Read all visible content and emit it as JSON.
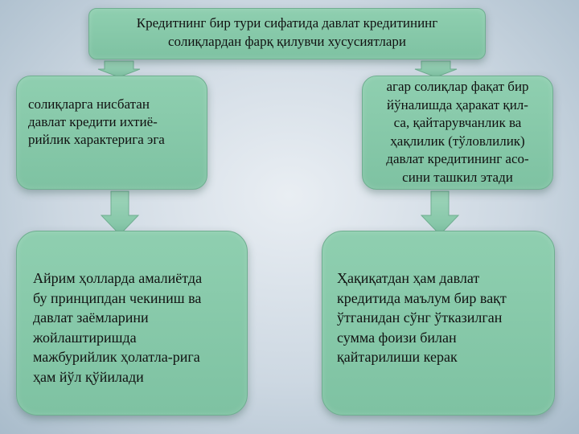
{
  "top": {
    "text": "Кредитнинг бир тури сифатида давлат кредитининг\nсолиқлардан фарқ қилувчи   хусусиятлари"
  },
  "left1": {
    "text": "солиқларга нисбатан\nдавлат кредити ихтиё-\nрийлик характерига эга"
  },
  "right1": {
    "text": "агар солиқлар фақат бир\nйўналишда ҳаракат қил-\nса, қайтарувчанлик ва\nҳақлилик (тўловлилик)\nдавлат кредитининг асо-\nсини ташкил этади"
  },
  "left2": {
    "text": "Айрим ҳолларда амалиётда\nбу принципдан чекиниш ва\nдавлат заёмларини\nжойлаштиришда\nмажбурийлик ҳолатла-рига\nҳам йўл қўйилади"
  },
  "right2": {
    "text": "Ҳақиқатдан ҳам давлат\nкредитида маълум бир вақт\nўтганидан сўнг ўтказилган\nсумма фоизи билан\nқайтарилиши керак"
  },
  "colors": {
    "box_fill": "#8fcfb0",
    "arrow_fill": "#8fcfb0"
  }
}
